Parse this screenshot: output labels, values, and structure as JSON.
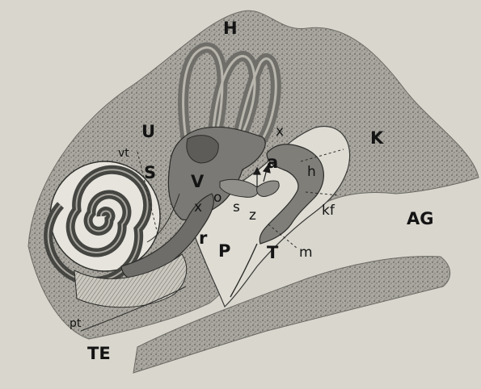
{
  "figure": {
    "labels": {
      "H": "H",
      "U": "U",
      "vt": "vt",
      "S": "S",
      "V": "V",
      "x_upper": "x",
      "x_lower": "x",
      "o": "o",
      "s": "s",
      "z": "z",
      "a": "a",
      "h": "h",
      "K": "K",
      "kf": "kf",
      "AG": "AG",
      "r": "r",
      "P": "P",
      "T": "T",
      "m": "m",
      "pt": "pt",
      "TE": "TE"
    },
    "colors": {
      "background": "#d8d6cd",
      "bone_stipple": "#9a9890",
      "cochlea_dark": "#4a4a47",
      "canal_grey": "#868681",
      "ink": "#1a1a1a"
    }
  }
}
